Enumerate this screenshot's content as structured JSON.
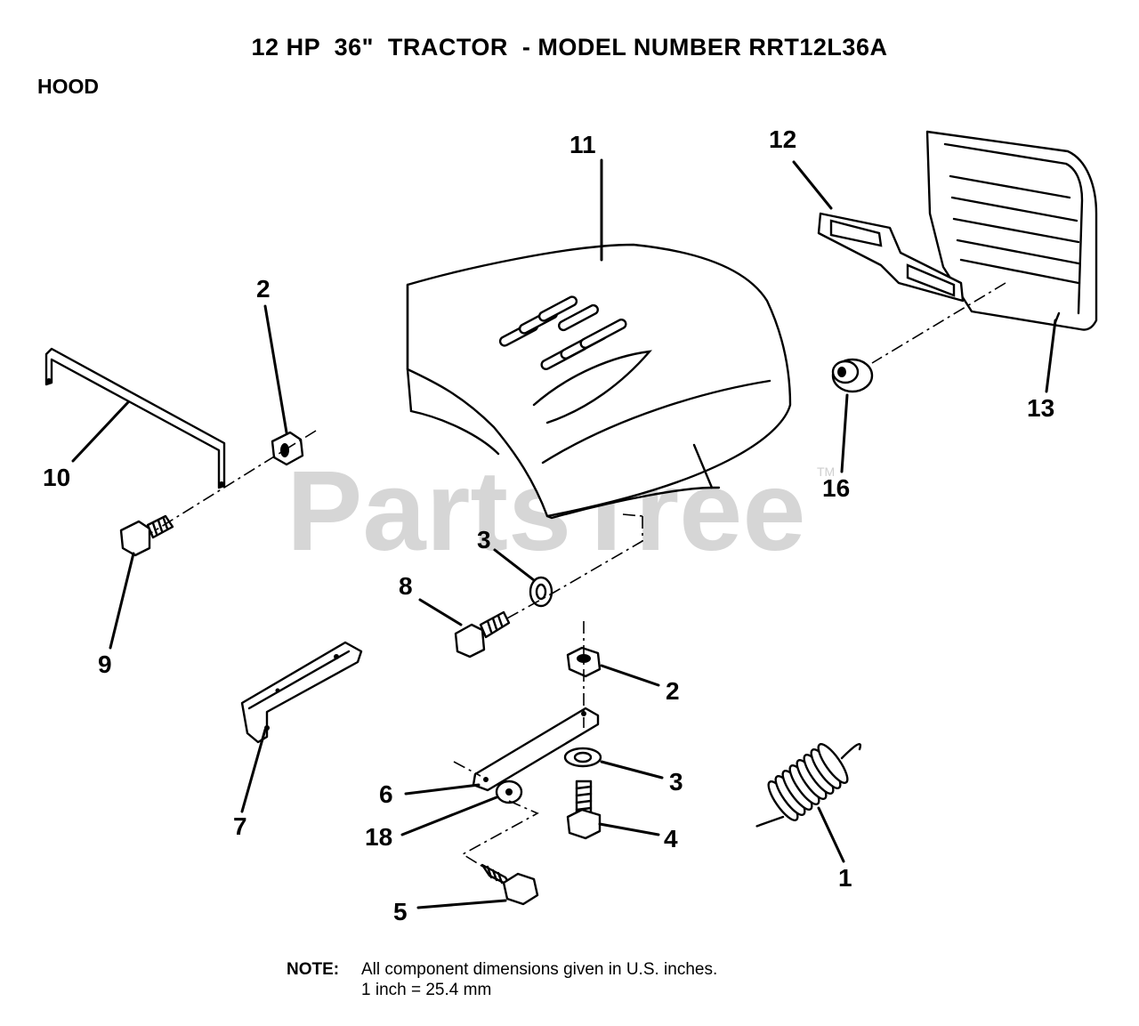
{
  "header": {
    "title": "12 HP  36\"  TRACTOR  - MODEL NUMBER RRT12L36A",
    "section": "HOOD"
  },
  "watermark": {
    "text": "PartsTree",
    "mark": "TM"
  },
  "callouts": {
    "c1": "1",
    "c2a": "2",
    "c2b": "2",
    "c3a": "3",
    "c3b": "3",
    "c4": "4",
    "c5": "5",
    "c6": "6",
    "c7": "7",
    "c8": "8",
    "c9": "9",
    "c10": "10",
    "c11": "11",
    "c12": "12",
    "c13": "13",
    "c16": "16",
    "c18": "18"
  },
  "note": {
    "label": "NOTE:",
    "line1": "All component dimensions given in U.S. inches.",
    "line2": "1 inch = 25.4 mm"
  }
}
